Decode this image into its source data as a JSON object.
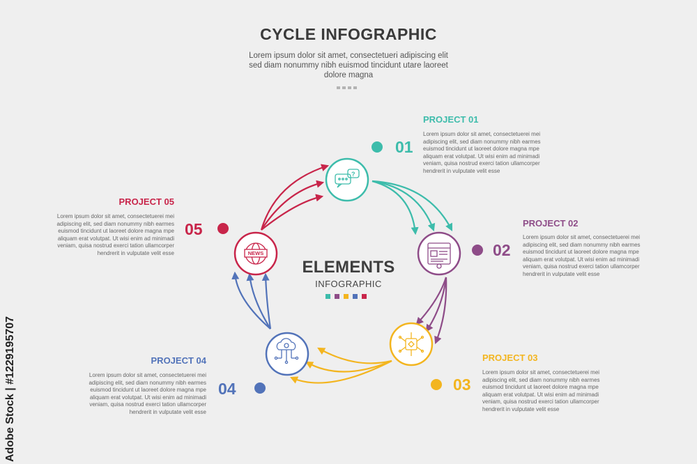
{
  "header": {
    "title": "CYCLE INFOGRAPHIC",
    "subtitle": "Lorem ipsum dolor sit amet, consectetueri adipiscing elit sed diam nonummy nibh euismod tincidunt utare laoreet dolore magna"
  },
  "center": {
    "title": "ELEMENTS",
    "subtitle": "INFOGRAPHIC"
  },
  "projects": [
    {
      "number": "01",
      "title": "PROJECT 01",
      "color": "#3dbcab",
      "icon": "chat-bubbles-icon",
      "text": "Lorem ipsum dolor sit amet, consectetuerei mei adipiscing elit, sed diam nonummy nibh earmes euismod tincidunt ut laoreet dolore magna mpe aliquam erat volutpat. Ut wisi enim ad minimadi veniam, quisa nostrud exerci tation ullamcorper hendrerit in vulputate velit esse"
    },
    {
      "number": "02",
      "title": "PROJECT 02",
      "color": "#8e4c88",
      "icon": "document-layout-icon",
      "text": "Lorem ipsum dolor sit amet, consectetuerei mei adipiscing elit, sed diam nonummy nibh earmes euismod tincidunt ut laoreet dolore magna mpe aliquam erat volutpat. Ut wisi enim ad minimadi veniam, quisa nostrud exerci tation ullamcorper hendrerit in vulputate velit esse"
    },
    {
      "number": "03",
      "title": "PROJECT 03",
      "color": "#f3b51f",
      "icon": "circuit-chip-icon",
      "text": "Lorem ipsum dolor sit amet, consectetuerei mei adipiscing elit, sed diam nonummy nibh earmes euismod tincidunt ut laoreet dolore magna mpe aliquam erat volutpat. Ut wisi enim ad minimadi veniam, quisa nostrud exerci tation ullamcorper hendrerit in vulputate velit esse"
    },
    {
      "number": "04",
      "title": "PROJECT 04",
      "color": "#5273b9",
      "icon": "cloud-network-icon",
      "text": "Lorem ipsum dolor sit amet, consectetuerei mei adipiscing elit, sed diam nonummy nibh earmes euismod tincidunt ut laoreet dolore magna mpe aliquam erat volutpat. Ut wisi enim ad minimadi veniam, quisa nostrud exerci tation ullamcorper hendrerit in vulputate velit esse"
    },
    {
      "number": "05",
      "title": "PROJECT 05",
      "color": "#c8254a",
      "icon": "globe-news-icon",
      "icon_label": "NEWS",
      "text": "Lorem ipsum dolor sit amet, consectetuerei mei adipiscing elit, sed diam nonummy nibh earmes euismod tincidunt ut laoreet dolore magna mpe aliquam erat volutpat. Ut wisi enim ad minimadi veniam, quisa nostrud exerci tation ullamcorper hendrerit in vulputate velit esse"
    }
  ],
  "watermark": "Adobe Stock | #1229195707"
}
